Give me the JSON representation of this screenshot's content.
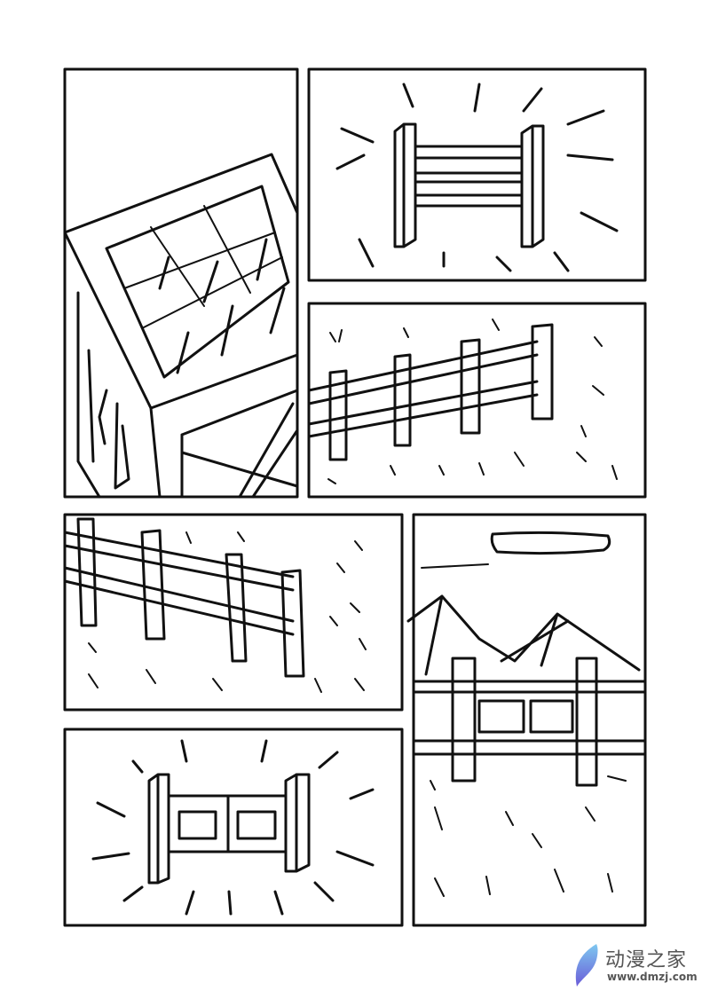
{
  "watermark": {
    "title": "动漫之家",
    "url": "www.dmzj.com",
    "colors": {
      "logo_top": "#7ec8f0",
      "logo_bottom": "#6a5bd8",
      "text": "#555555"
    }
  },
  "panels": [
    {
      "id": 1,
      "subject": "house-window"
    },
    {
      "id": 2,
      "subject": "fence-segment-glow"
    },
    {
      "id": 3,
      "subject": "fence-perspective"
    },
    {
      "id": 4,
      "subject": "fence-closeup"
    },
    {
      "id": 5,
      "subject": "fence-mountains"
    },
    {
      "id": 6,
      "subject": "fence-panel-glow"
    }
  ]
}
